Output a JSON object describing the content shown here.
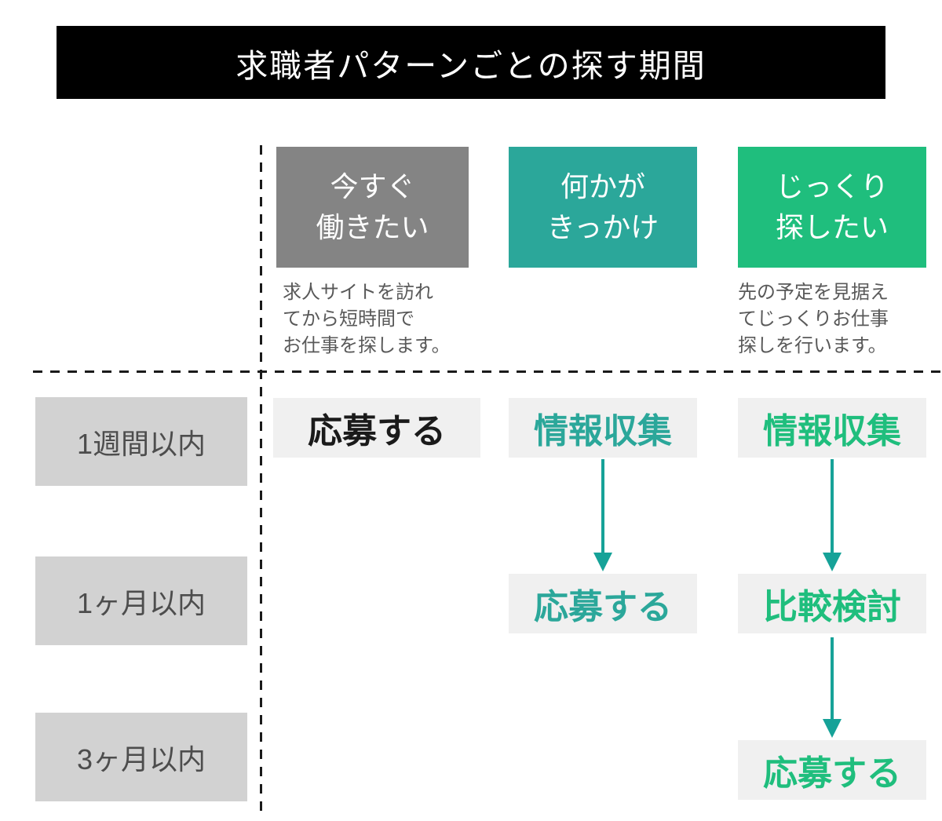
{
  "title": "求職者パターンごとの探す期間",
  "colors": {
    "title_bg": "#000000",
    "title_text": "#ffffff",
    "header_gray": "#848484",
    "teal": "#2ba79a",
    "green": "#1fbe7d",
    "arrow_teal": "#16a298",
    "row_label_bg": "#d2d2d2",
    "row_label_text": "#4d4d4d",
    "cell_bg": "#f0f0f0",
    "description_text": "#595959"
  },
  "columns": [
    {
      "label": "今すぐ\n働きたい",
      "description": "求人サイトを訪れ\nてから短時間で\nお仕事を探します。"
    },
    {
      "label": "何かが\nきっかけ",
      "description": ""
    },
    {
      "label": "じっくり\n探したい",
      "description": "先の予定を見据え\nてじっくりお仕事\n探しを行います。"
    }
  ],
  "rows": [
    {
      "label": "1週間以内"
    },
    {
      "label": "1ヶ月以内"
    },
    {
      "label": "3ヶ月以内"
    }
  ],
  "cells": {
    "now_week": "応募する",
    "trigger_week": "情報収集",
    "slow_week": "情報収集",
    "trigger_month": "応募する",
    "slow_month": "比較検討",
    "slow_3month": "応募する"
  }
}
